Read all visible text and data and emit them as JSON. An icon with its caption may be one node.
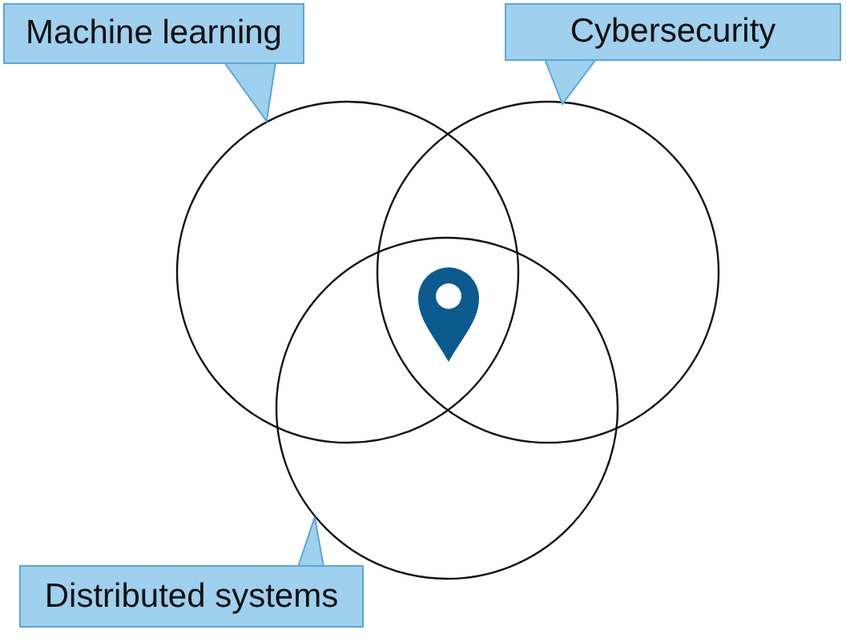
{
  "diagram": {
    "nodes": [
      {
        "text": [
          "Machine learning"
        ]
      },
      {
        "text": [
          "Cybersecurity"
        ]
      },
      {
        "text": [
          "Distributed systems"
        ]
      },
      {
        "text": [],
        "shape": "circle"
      },
      {
        "text": [],
        "shape": "circle"
      },
      {
        "text": [],
        "shape": "circle"
      }
    ],
    "edges": [
      {
        "from": 0,
        "to": 3,
        "arrow": "to"
      },
      {
        "from": 1,
        "to": 4,
        "arrow": "to"
      },
      {
        "from": 2,
        "to": 5,
        "arrow": "to"
      }
    ]
  }
}
